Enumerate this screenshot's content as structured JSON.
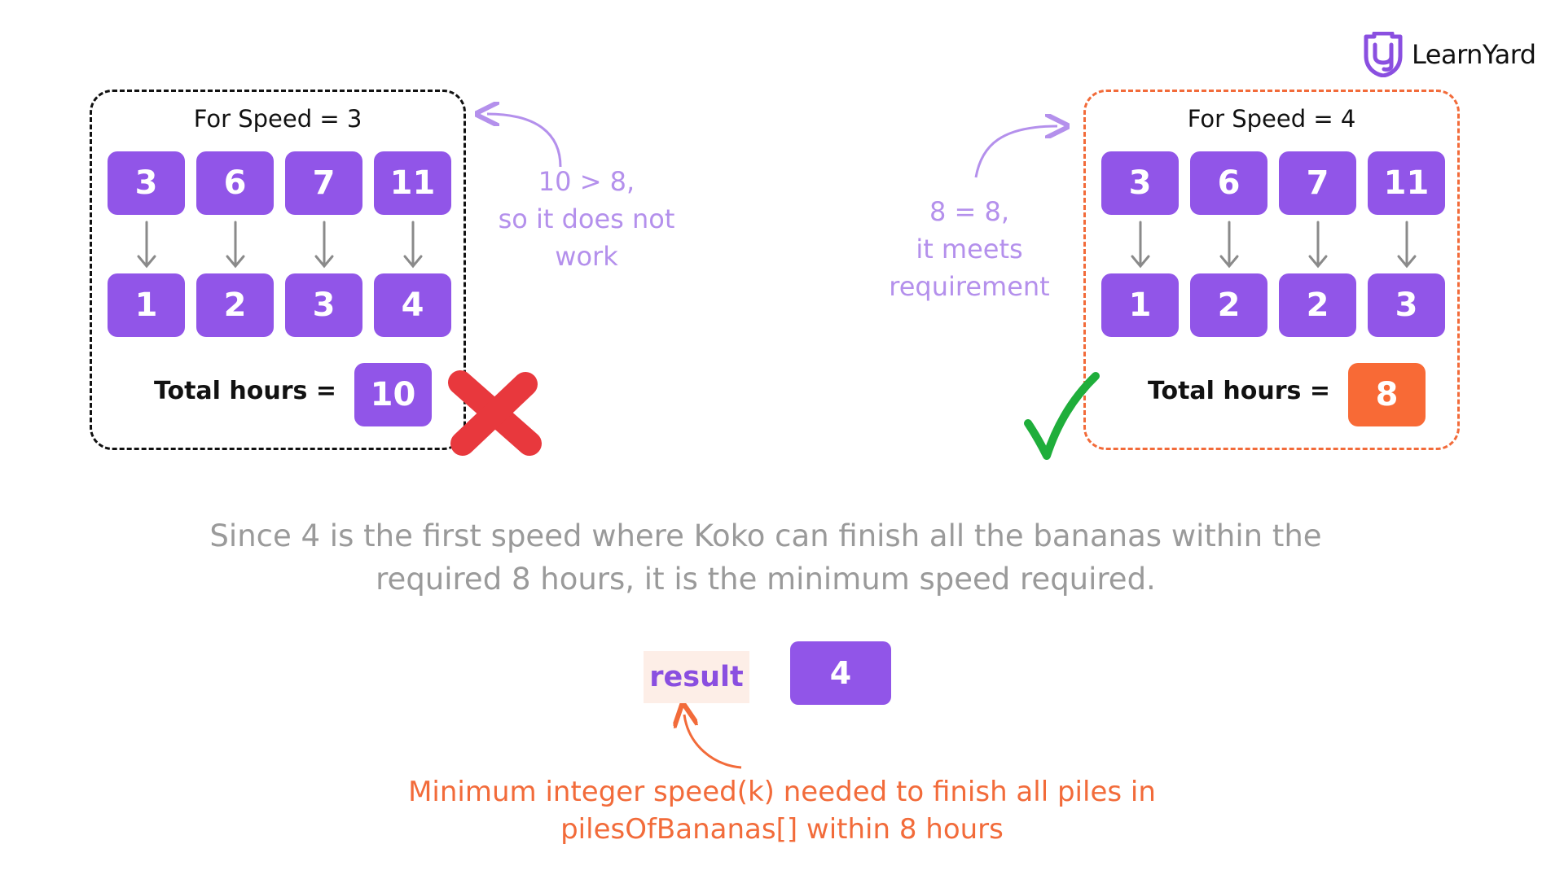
{
  "logo": {
    "text": "LearnYard",
    "icon": "learnyard-logo-icon"
  },
  "left_panel": {
    "title": "For Speed = 3",
    "piles": [
      "3",
      "6",
      "7",
      "11"
    ],
    "hours": [
      "1",
      "2",
      "3",
      "4"
    ],
    "total_label": "Total hours =",
    "total_value": "10",
    "status_icon": "red-cross-icon"
  },
  "right_panel": {
    "title": "For Speed = 4",
    "piles": [
      "3",
      "6",
      "7",
      "11"
    ],
    "hours": [
      "1",
      "2",
      "2",
      "3"
    ],
    "total_label": "Total hours =",
    "total_value": "8",
    "status_icon": "green-check-icon"
  },
  "left_note": {
    "lines": [
      "10 > 8,",
      "so it does not",
      "work"
    ]
  },
  "right_note": {
    "lines": [
      "8 = 8,",
      "it meets",
      "requirement"
    ]
  },
  "summary": {
    "lines": [
      "Since 4 is the first speed where Koko can finish all the bananas within the",
      "required 8 hours, it is the minimum speed required."
    ]
  },
  "result": {
    "label": "result",
    "value": "4"
  },
  "footnote": {
    "lines": [
      "Minimum integer speed(k) needed to finish all piles in",
      "pilesOfBananas[] within 8 hours"
    ]
  },
  "colors": {
    "purple": "#9155e8",
    "orange": "#f86a36",
    "light_purple": "#b490ec",
    "green": "#1fae3b",
    "red": "#e8383d",
    "grey_text": "#9a9a9a"
  }
}
